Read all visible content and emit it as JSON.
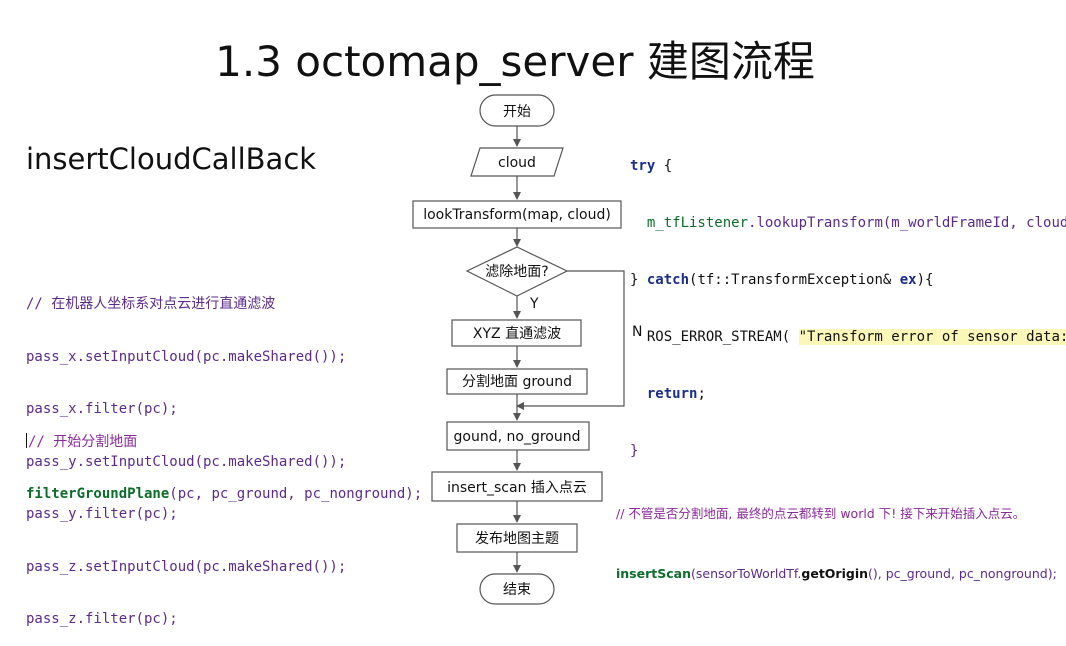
{
  "title": "1.3 octomap_server 建图流程",
  "subtitle": "insertCloudCallBack",
  "flowchart": {
    "start": "开始",
    "cloud": "cloud",
    "look_transform": "lookTransform(map, cloud)",
    "decision": "滤除地面?",
    "yes_label": "Y",
    "no_label": "N",
    "xyz_filter": "XYZ 直通滤波",
    "segment_ground": "分割地面 ground",
    "gound_no_ground": "gound, no_ground",
    "insert_scan": "insert_scan 插入点云",
    "publish_map": "发布地图主题",
    "end": "结束"
  },
  "code_left": {
    "comment1": "// 在机器人坐标系对点云进行直通滤波",
    "lines": [
      "pass_x.setInputCloud(pc.makeShared());",
      "pass_x.filter(pc);",
      "pass_y.setInputCloud(pc.makeShared());",
      "pass_y.filter(pc);",
      "pass_z.setInputCloud(pc.makeShared());",
      "pass_z.filter(pc);"
    ],
    "comment2": "// 开始分割地面",
    "call_fn": "filterGroundPlane",
    "call_args": "(pc, pc_ground, pc_nonground);"
  },
  "code_right_top": {
    "try_kw": "try",
    "brace_open": " {",
    "line2_obj": "m_tfListener",
    "line2_rest": ".lookupTransform(m_worldFrameId, cloud·",
    "catch_brace": "} ",
    "catch_kw": "catch",
    "catch_rest": "(tf::TransformException& ",
    "catch_ex": "ex",
    "catch_end": "){",
    "ros_fn": "ROS_ERROR_STREAM",
    "ros_open": "( ",
    "ros_str": "\"Transform error of sensor data: ",
    "return_kw": "return",
    "return_end": ";",
    "close_brace": "}"
  },
  "code_right_bottom": {
    "comment": "// 不管是否分割地面, 最终的点云都转到 world 下! 接下来开始插入点云。",
    "fn": "insertScan",
    "args1": "(sensorToWorldTf.",
    "getter": "getOrigin",
    "args2": "(), pc_ground, pc_nonground);"
  }
}
